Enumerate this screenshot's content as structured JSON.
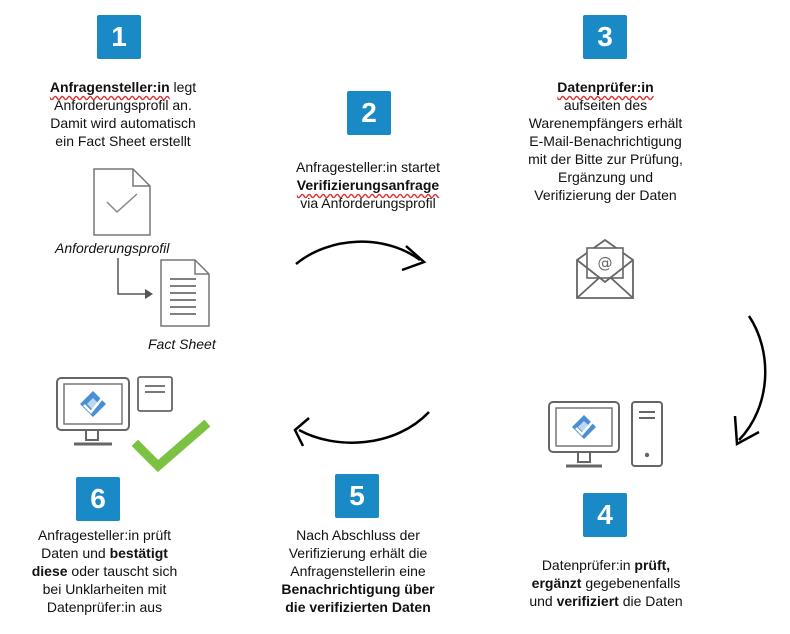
{
  "steps": [
    {
      "number": "1"
    },
    {
      "number": "2"
    },
    {
      "number": "3"
    },
    {
      "number": "4"
    },
    {
      "number": "5"
    },
    {
      "number": "6"
    }
  ],
  "step1": {
    "bold": "Anfragensteller:in",
    "rest1": " legt",
    "line2": "Anforderungsprofil an.",
    "line3": "Damit wird automatisch",
    "line4": "ein Fact Sheet erstellt",
    "doc1_caption": "Anforderungsprofil",
    "doc2_caption": "Fact Sheet"
  },
  "step2": {
    "line1": "Anfragesteller:in startet",
    "bold": "Verifizierungsanfrage",
    "line3": "via Anforderungsprofil"
  },
  "step3": {
    "bold": "Datenprüfer:in",
    "line2": "aufseiten des",
    "line3": "Warenempfängers erhält",
    "line4": "E-Mail-Benachrichtigung",
    "line5": "mit der Bitte zur Prüfung,",
    "line6": "Ergänzung und",
    "line7": "Verifizierung der Daten"
  },
  "step4": {
    "l1a": "Datenprüfer:in ",
    "l1b": "prüft,",
    "l2a": "ergänzt",
    "l2b": " gegebenenfalls",
    "l3a": "und ",
    "l3b": "verifiziert",
    "l3c": " die Daten"
  },
  "step5": {
    "line1": "Nach Abschluss der",
    "line2": "Verifizierung erhält die",
    "line3": "Anfragenstellerin eine",
    "bold1": "Benachrichtigung über",
    "bold2": "die verifizierten Daten"
  },
  "step6": {
    "line1": "Anfragesteller:in prüft",
    "l2a": "Daten und ",
    "l2b": "bestätigt",
    "l3a": "diese",
    "l3b": " oder tauscht sich",
    "line4": "bei Unklarheiten mit",
    "line5": "Datenprüfer:in aus"
  },
  "colors": {
    "badge": "#1a8ac6",
    "check": "#7cc242",
    "icon_stroke": "#666666"
  }
}
